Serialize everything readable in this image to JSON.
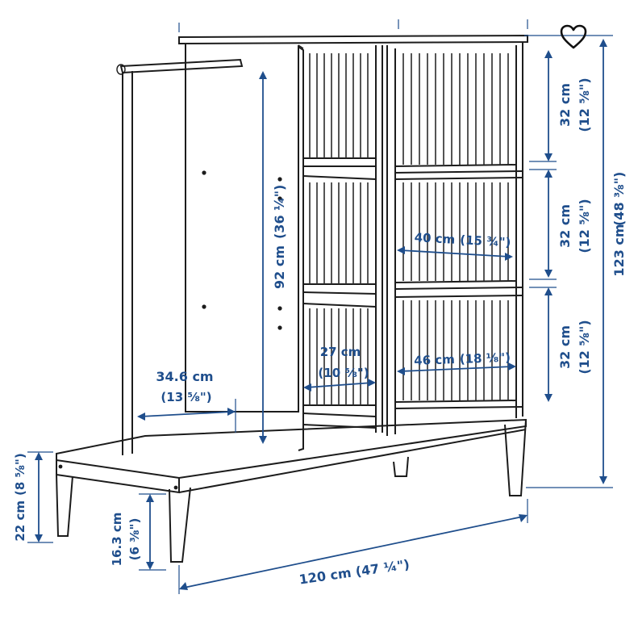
{
  "favorite": {
    "icon": "heart-outline-icon"
  },
  "colors": {
    "dimension": "#1f4e8c",
    "line": "#1c1c1c"
  },
  "dimensions": {
    "height_total": {
      "metric": "123 cm",
      "imperial": "(48 ⅜\")"
    },
    "shelf_top": {
      "metric": "32 cm",
      "imperial": "(12 ⅝\")"
    },
    "shelf_mid": {
      "metric": "32 cm",
      "imperial": "(12 ⅝\")"
    },
    "shelf_bottom": {
      "metric": "32 cm",
      "imperial": "(12 ⅝\")"
    },
    "side_height": {
      "metric": "92 cm",
      "imperial": "(36 ¼\")"
    },
    "inner_width": {
      "metric": "40 cm",
      "imperial": "(15 ¾\")"
    },
    "shelf_width": {
      "metric": "46 cm",
      "imperial": "(18 ⅛\")"
    },
    "depth_shelf": {
      "metric": "27 cm",
      "imperial": "(10 ⅝\")"
    },
    "depth_open": {
      "metric": "34.6 cm",
      "imperial": "(13 ⅝\")"
    },
    "leg_height": {
      "metric": "22 cm",
      "imperial": "(8 ⅝\")"
    },
    "clearance": {
      "metric": "16.3 cm",
      "imperial": "(6 ⅜\")"
    },
    "width_total": {
      "label": "120 cm (47 ¼\")"
    }
  }
}
